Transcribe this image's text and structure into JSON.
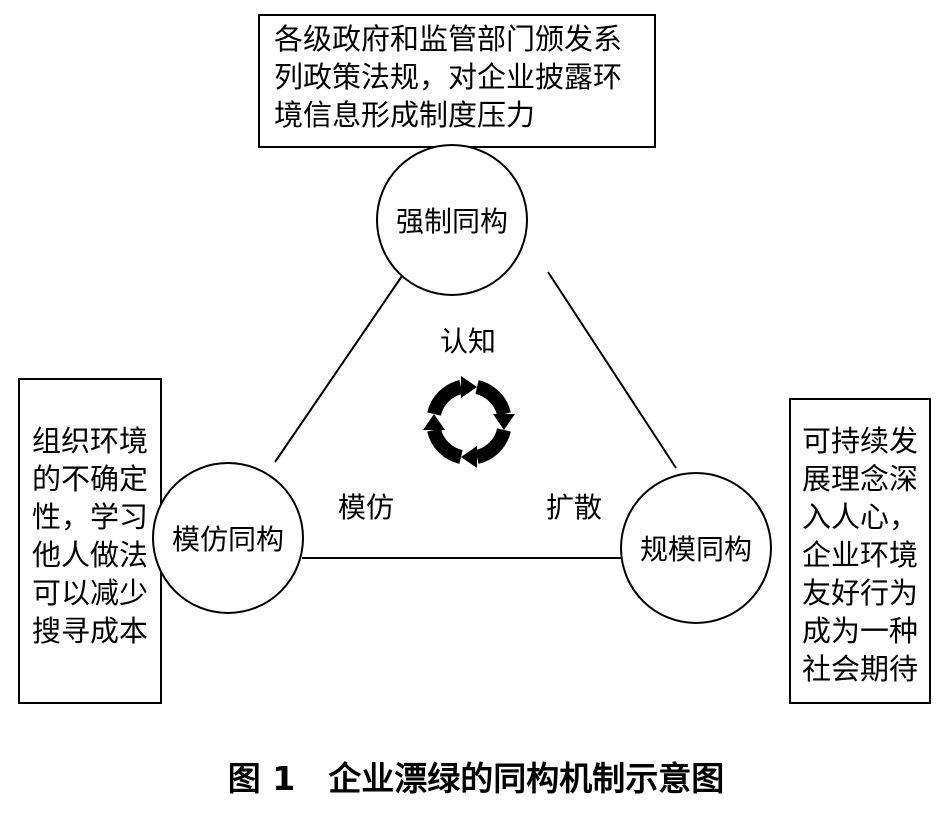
{
  "nodes": {
    "top": "强制同构",
    "left": "模仿同构",
    "right": "规模同构"
  },
  "boxes": {
    "top": [
      "各级政府和监管部门颁发系",
      "列政策法规，对企业披露环",
      "境信息形成制度压力"
    ],
    "left": [
      "组织环境",
      "的不确定",
      "性，学习",
      "他人做法",
      "可以减少",
      "搜寻成本"
    ],
    "right": [
      "可持续发",
      "展理念深",
      "入人心，",
      "企业环境",
      "友好行为",
      "成为一种",
      "社会期待"
    ]
  },
  "center_labels": {
    "cognition": "认知",
    "imitation": "模仿",
    "diffusion": "扩散"
  },
  "cycle_icon": "circular-arrows-icon",
  "caption": "图 1　企业漂绿的同构机制示意图"
}
